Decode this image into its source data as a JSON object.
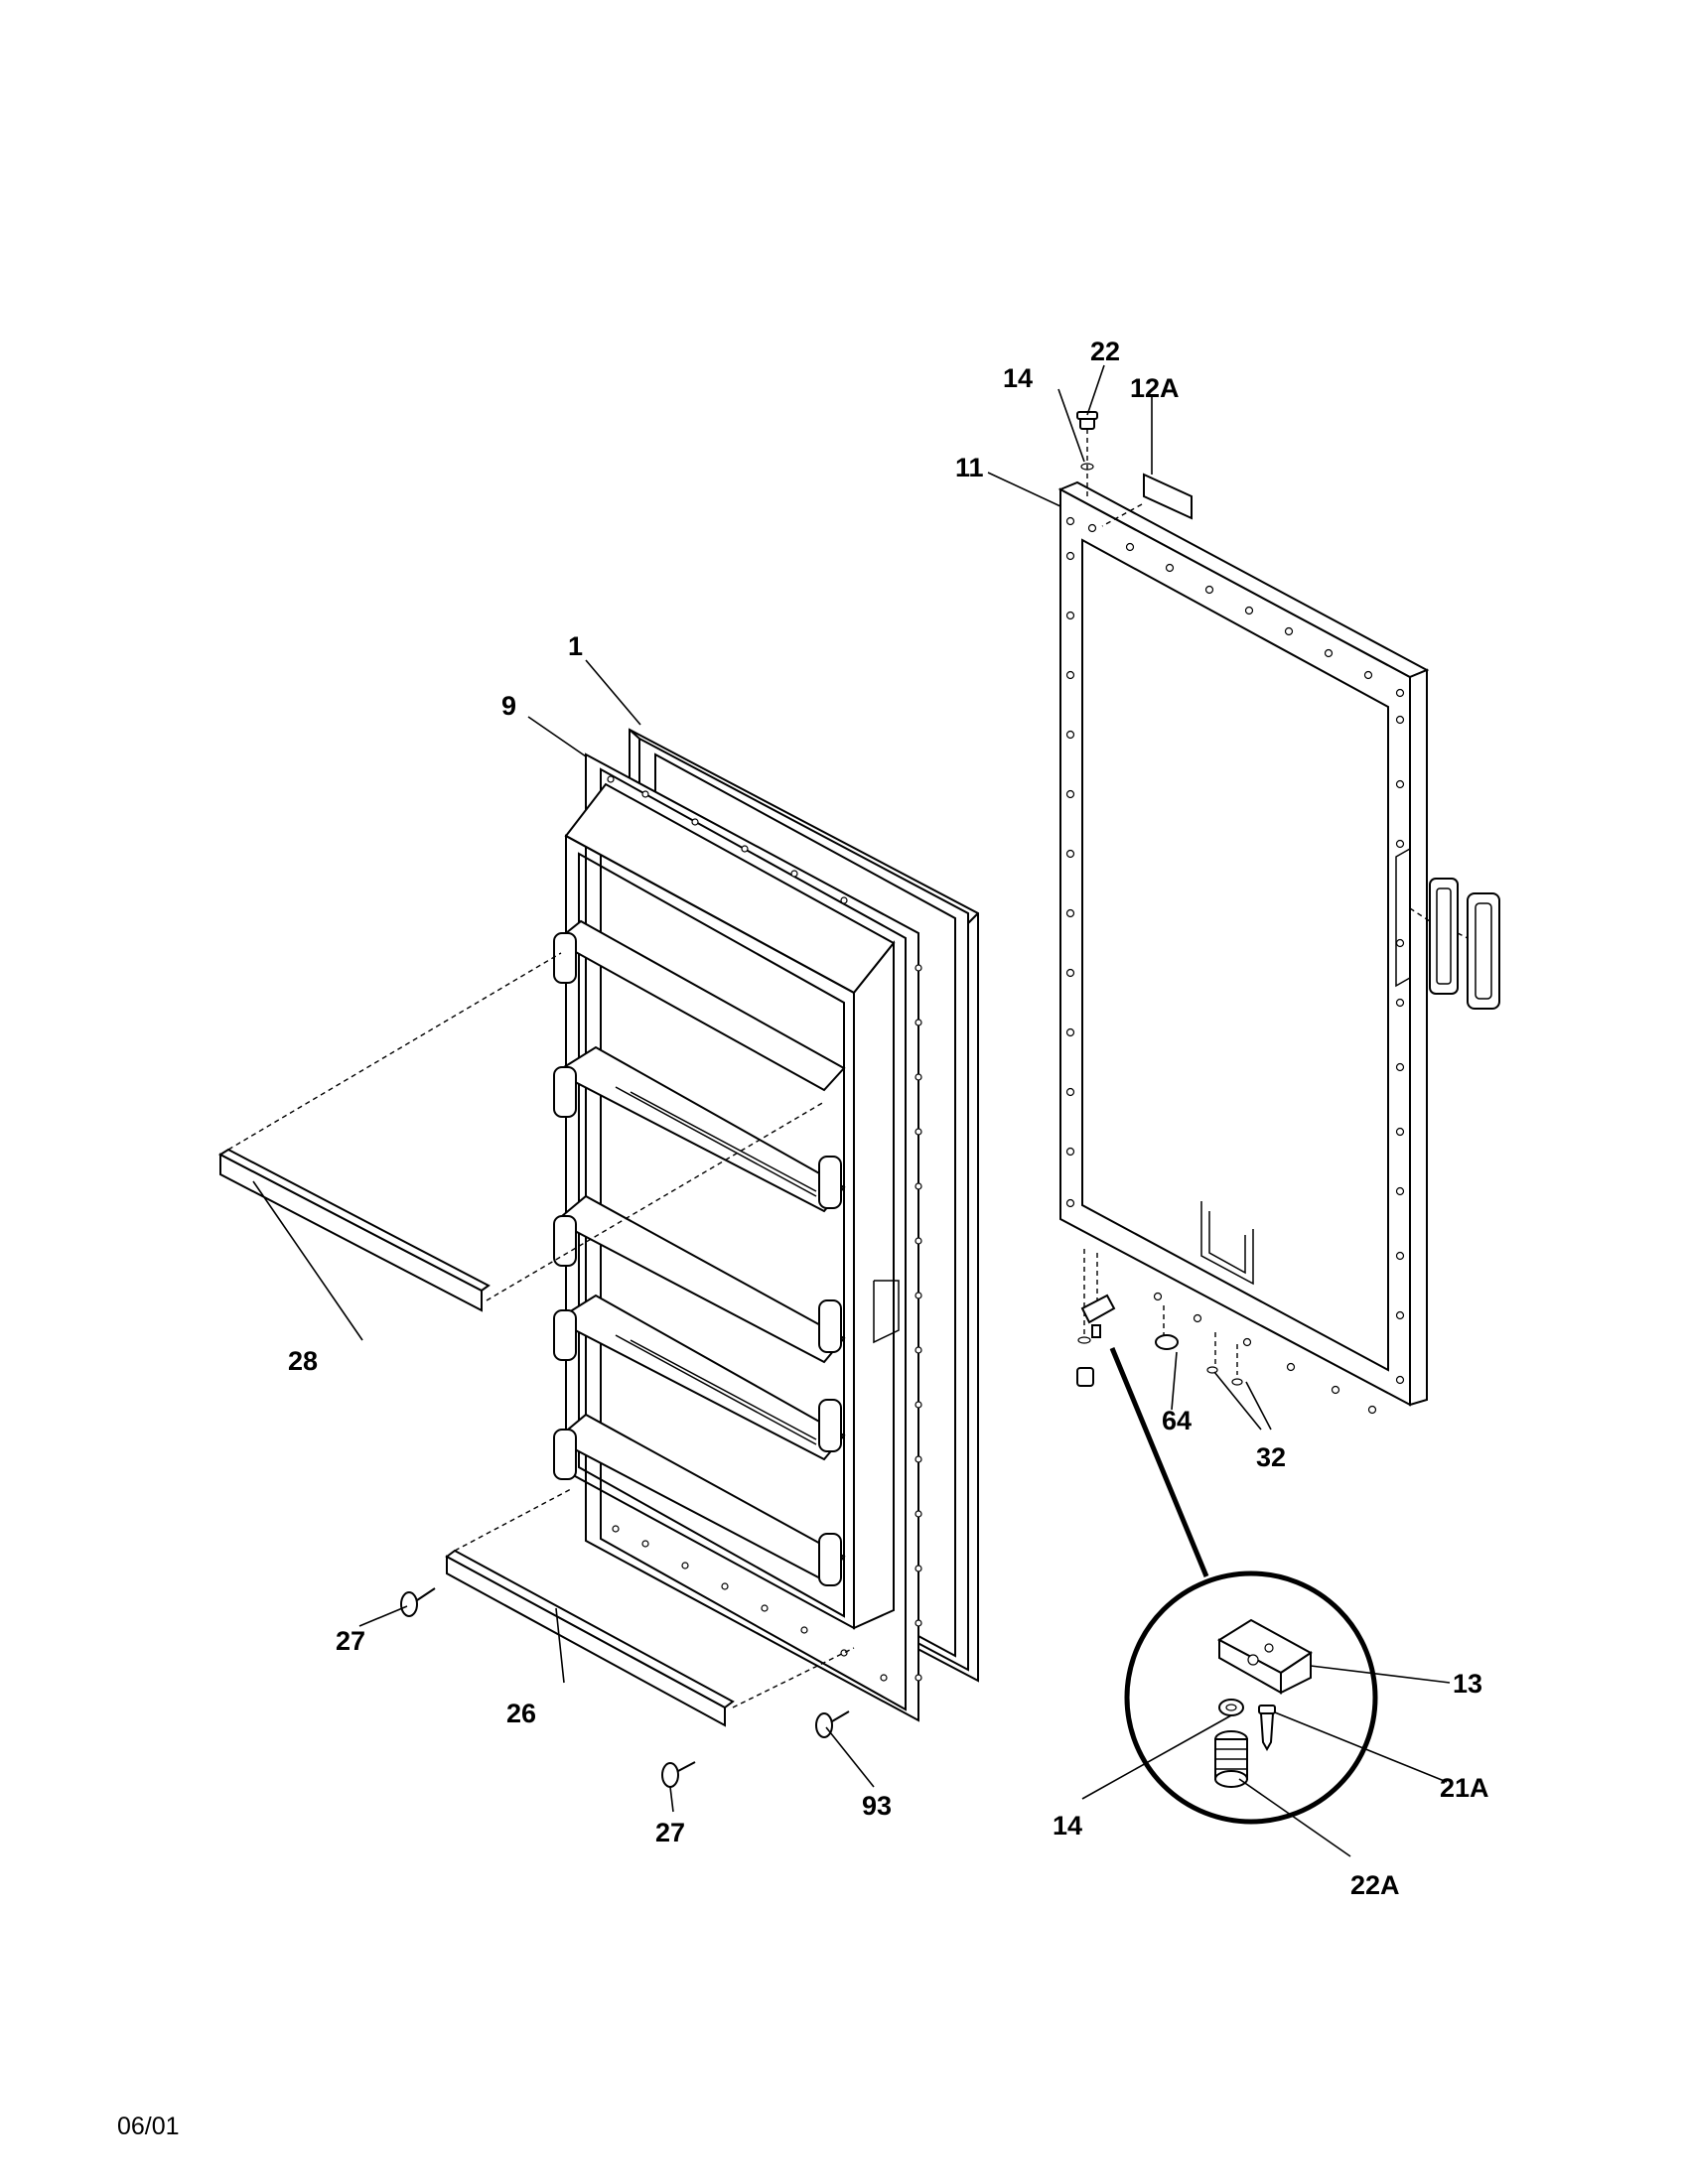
{
  "footer": {
    "date_code": "06/01"
  },
  "callouts": {
    "c1": "1",
    "c9": "9",
    "c11": "11",
    "c12a": "12A",
    "c13": "13",
    "c14_top": "14",
    "c14_detail": "14",
    "c21a": "21A",
    "c22": "22",
    "c22a": "22A",
    "c26": "26",
    "c27_upper": "27",
    "c27_lower": "27",
    "c28": "28",
    "c32": "32",
    "c64": "64",
    "c93": "93"
  }
}
